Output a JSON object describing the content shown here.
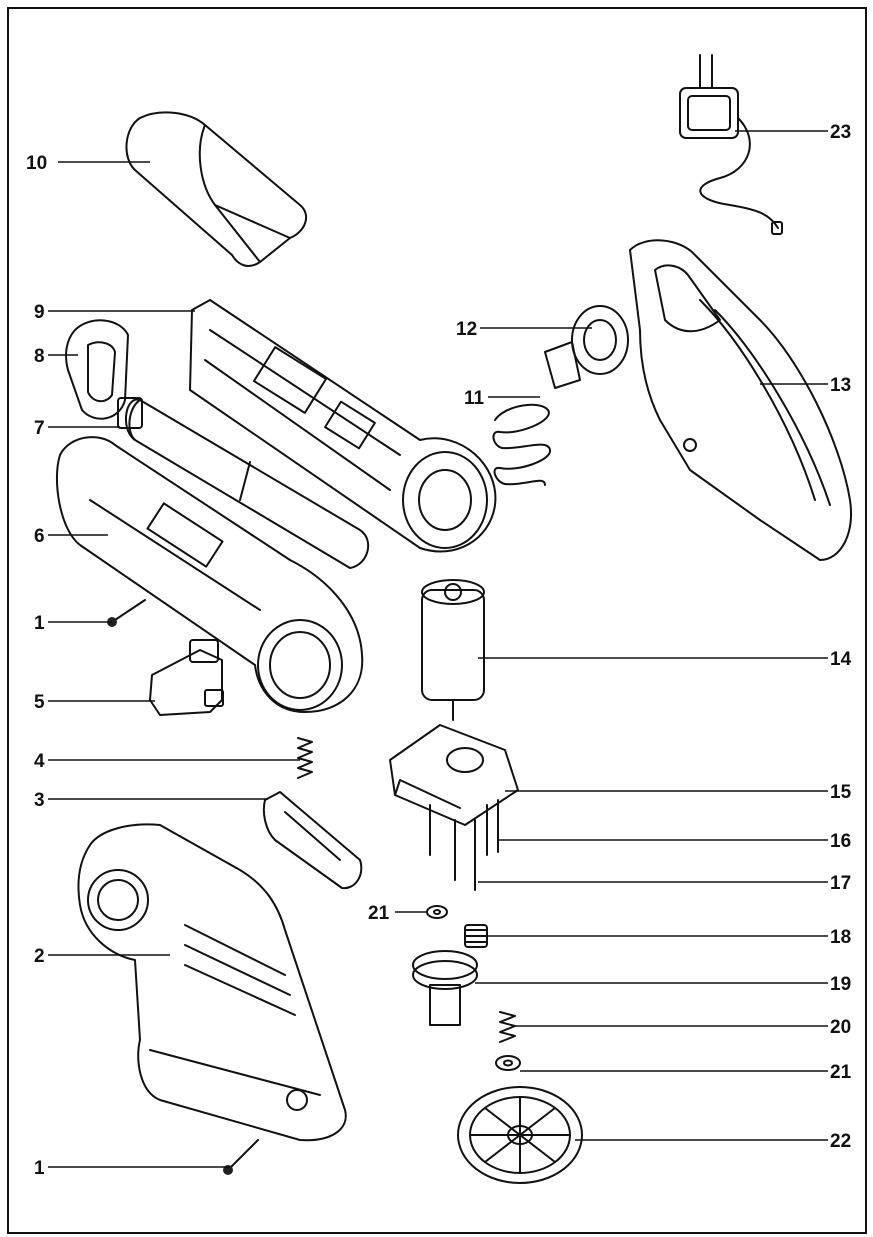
{
  "callouts": [
    {
      "id": "c10a",
      "text": "10"
    },
    {
      "id": "c9",
      "text": "9"
    },
    {
      "id": "c8",
      "text": "8"
    },
    {
      "id": "c7",
      "text": "7"
    },
    {
      "id": "c6",
      "text": "6"
    },
    {
      "id": "c1a",
      "text": "1"
    },
    {
      "id": "c5",
      "text": "5"
    },
    {
      "id": "c4",
      "text": "4"
    },
    {
      "id": "c3",
      "text": "3"
    },
    {
      "id": "c2",
      "text": "2"
    },
    {
      "id": "c1b",
      "text": "1"
    },
    {
      "id": "c21a",
      "text": "21"
    },
    {
      "id": "c12",
      "text": "12"
    },
    {
      "id": "c11",
      "text": "11"
    },
    {
      "id": "c23",
      "text": "23"
    },
    {
      "id": "c13",
      "text": "13"
    },
    {
      "id": "c14",
      "text": "14"
    },
    {
      "id": "c15",
      "text": "15"
    },
    {
      "id": "c16",
      "text": "16"
    },
    {
      "id": "c17",
      "text": "17"
    },
    {
      "id": "c18",
      "text": "18"
    },
    {
      "id": "c19",
      "text": "19"
    },
    {
      "id": "c20",
      "text": "20"
    },
    {
      "id": "c21b",
      "text": "21"
    },
    {
      "id": "c22",
      "text": "22"
    }
  ]
}
